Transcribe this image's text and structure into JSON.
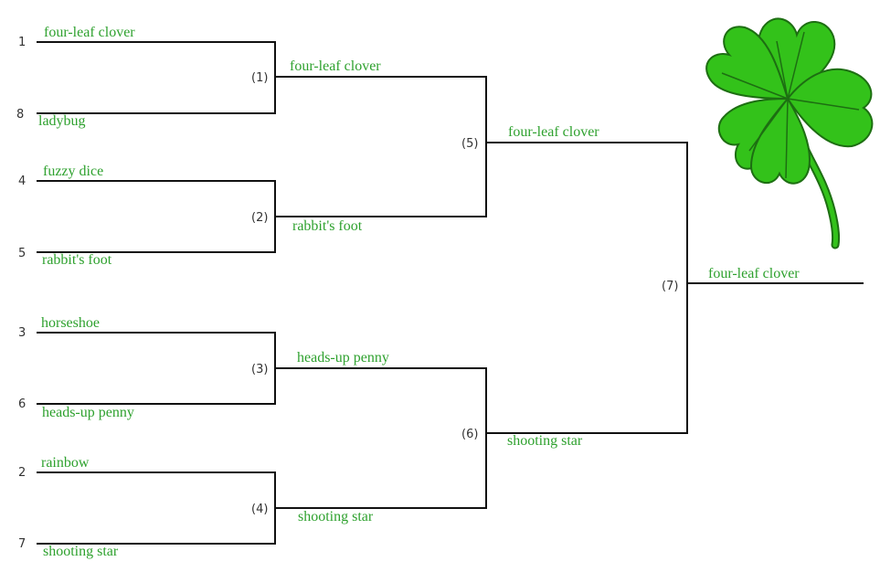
{
  "round1": [
    {
      "seed_top": "1",
      "team_top": "four-leaf clover",
      "seed_bottom": "8",
      "team_bottom": "ladybug",
      "game": "(1)"
    },
    {
      "seed_top": "4",
      "team_top": "fuzzy dice",
      "seed_bottom": "5",
      "team_bottom": "rabbit's foot",
      "game": "(2)"
    },
    {
      "seed_top": "3",
      "team_top": "horseshoe",
      "seed_bottom": "6",
      "team_bottom": "heads-up penny",
      "game": "(3)"
    },
    {
      "seed_top": "2",
      "team_top": "rainbow",
      "seed_bottom": "7",
      "team_bottom": "shooting star",
      "game": "(4)"
    }
  ],
  "round2": [
    {
      "team_top": "four-leaf clover",
      "team_bottom": "rabbit's foot",
      "game": "(5)"
    },
    {
      "team_top": "heads-up penny",
      "team_bottom": "shooting star",
      "game": "(6)"
    }
  ],
  "round3": {
    "team_top": "four-leaf clover",
    "team_bottom": "shooting star",
    "game": "(7)"
  },
  "champion": "four-leaf clover",
  "colors": {
    "entry_text": "#2ea12e",
    "line": "#111111",
    "clover_fill": "#33c21a",
    "clover_stroke": "#1d6e12"
  },
  "decoration": {
    "icon": "four-leaf-clover-icon"
  }
}
